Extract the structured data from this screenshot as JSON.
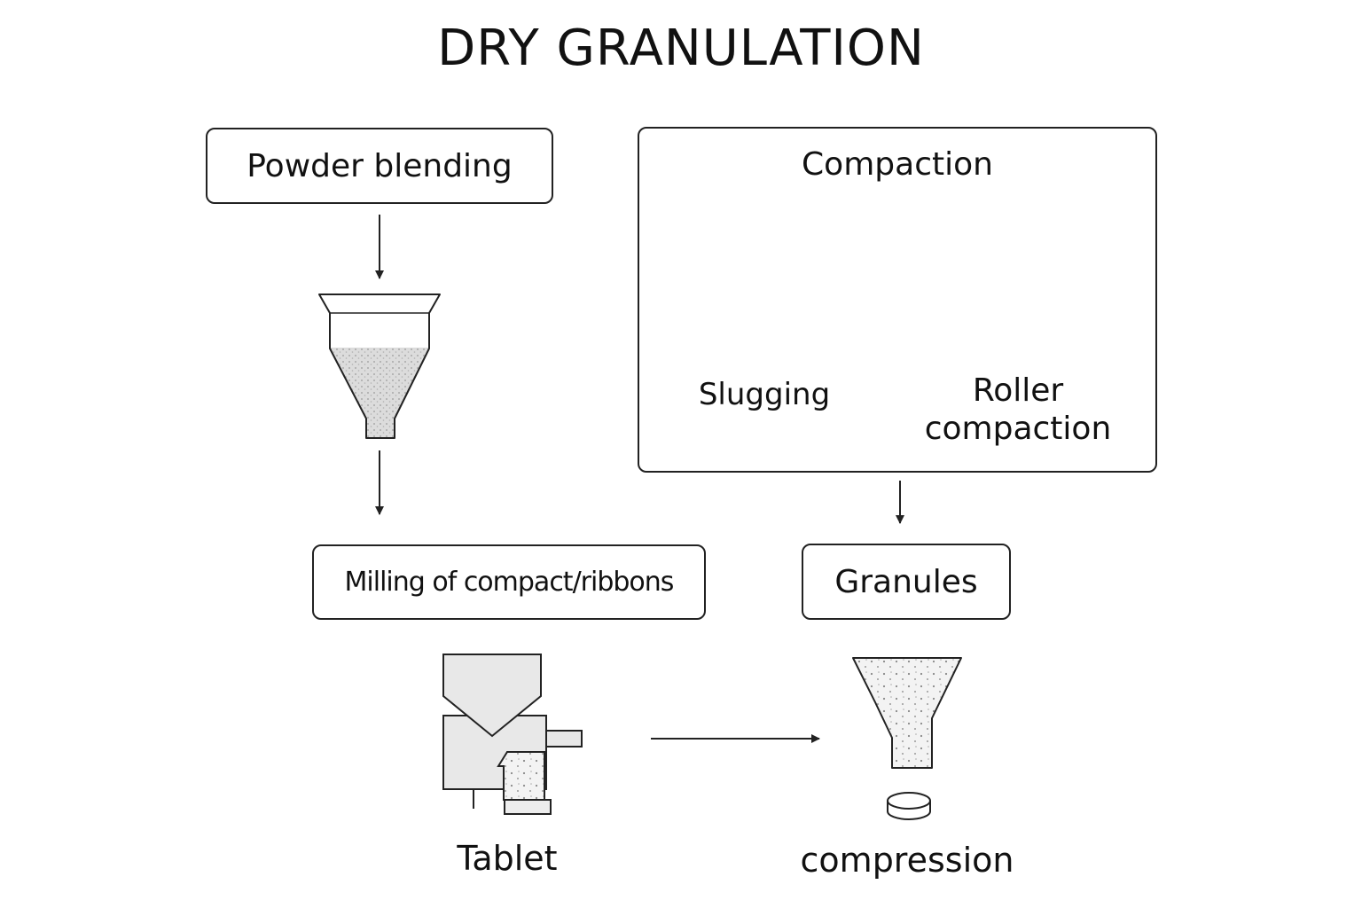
{
  "title": "DRY GRANULATION",
  "steps": {
    "powder_blending": "Powder blending",
    "compaction": "Compaction",
    "slugging": "Slugging",
    "roller_compaction_line1": "Roller",
    "roller_compaction_line2": "compaction",
    "milling": "Milling of compact/ribbons",
    "granules": "Granules",
    "tablet": "Tablet",
    "compression": "compression"
  },
  "colors": {
    "line": "#222222",
    "fill": "#e6e6e6",
    "powder": "#c8c8c8",
    "background": "#ffffff"
  }
}
